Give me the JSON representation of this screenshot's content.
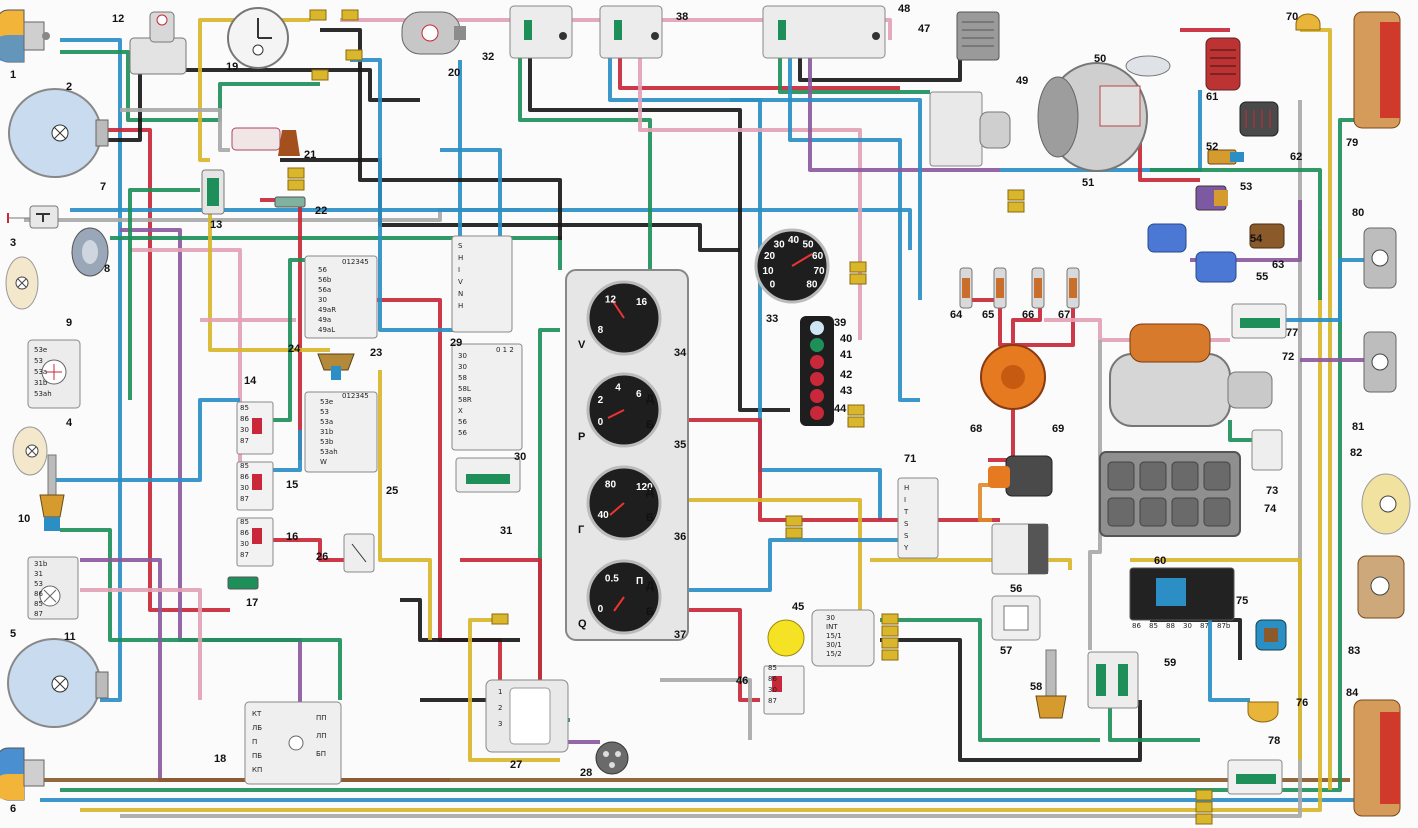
{
  "diagram": {
    "callouts": [
      "1",
      "2",
      "3",
      "4",
      "5",
      "6",
      "7",
      "8",
      "9",
      "10",
      "11",
      "12",
      "13",
      "14",
      "15",
      "16",
      "17",
      "18",
      "19",
      "20",
      "21",
      "22",
      "23",
      "24",
      "25",
      "26",
      "27",
      "28",
      "29",
      "30",
      "31",
      "32",
      "33",
      "34",
      "35",
      "36",
      "37",
      "38",
      "39",
      "40",
      "41",
      "42",
      "43",
      "44",
      "45",
      "46",
      "47",
      "48",
      "49",
      "50",
      "51",
      "52",
      "53",
      "54",
      "55",
      "56",
      "57",
      "58",
      "59",
      "60",
      "61",
      "62",
      "63",
      "64",
      "65",
      "66",
      "67",
      "68",
      "69",
      "70",
      "71",
      "72",
      "73",
      "74",
      "75",
      "76",
      "77",
      "78",
      "79",
      "80",
      "81",
      "82",
      "83",
      "84"
    ],
    "wire_colors": {
      "red": "#c8283a",
      "blue": "#2b8fc6",
      "green": "#1f8f5a",
      "black": "#1a1a1a",
      "yellow": "#d9b62b",
      "purple": "#8c5a9e",
      "pink": "#e2a2b5",
      "brown": "#8a5a2b",
      "grey": "#a9a9a9",
      "orange": "#e08a2b",
      "white": "#e9e9e9"
    },
    "relay_pins": [
      "85",
      "86",
      "30",
      "87"
    ],
    "switch_23_pins": [
      "56",
      "56b",
      "56a",
      "30",
      "49aR",
      "49a",
      "49aL"
    ],
    "switch_23_header": "012345",
    "switch_25_pins": [
      "53e",
      "53",
      "53a",
      "31b",
      "53b",
      "53ah",
      "W"
    ],
    "switch_25_header": "012345",
    "switch_29_pins": [
      "S",
      "H",
      "I",
      "V",
      "N",
      "H"
    ],
    "switch_30_pins": [
      "30",
      "30",
      "58",
      "58L",
      "58R",
      "X",
      "56",
      "56"
    ],
    "switch_30_header": "0 1 2",
    "switch_71_pins": [
      "H",
      "I",
      "T",
      "S",
      "S",
      "Y"
    ],
    "panel_9_pins": [
      "53e",
      "53",
      "53a",
      "31b",
      "53ah"
    ],
    "switch_11_pins": [
      "31b",
      "31",
      "53",
      "86",
      "85",
      "87"
    ],
    "switch_45_pins": [
      "30",
      "INT",
      "15/1",
      "30/1",
      "15/2"
    ],
    "relay_46_pins": [
      "85",
      "86",
      "30",
      "87"
    ],
    "relay_60_pins": [
      "86",
      "85",
      "88",
      "30",
      "87",
      "87b"
    ],
    "connector_27_pins": [
      "1",
      "2",
      "3"
    ],
    "connector_18_pins": [
      "КТ",
      "ЛБ",
      "П",
      "ПБ",
      "КП",
      "ПП",
      "ЛП",
      "БП"
    ],
    "gauges": [
      {
        "letter": "V",
        "scale": [
          "8",
          "12",
          "16"
        ]
      },
      {
        "letter": "Р",
        "scale": [
          "0",
          "2",
          "4",
          "6"
        ],
        "side": "Б",
        "side2": "Д"
      },
      {
        "letter": "Г",
        "scale": [
          "40",
          "80",
          "120"
        ],
        "side": "Б",
        "side2": "Д"
      },
      {
        "letter": "Q",
        "scale": [
          "0",
          "0.5",
          "П"
        ],
        "side": "Б",
        "side2": "Д"
      }
    ],
    "tachometer_scale": [
      "0",
      "10",
      "20",
      "30",
      "40",
      "50",
      "60",
      "70",
      "80"
    ],
    "indicator_lamps": [
      "39",
      "40",
      "41",
      "42",
      "43",
      "44"
    ]
  }
}
